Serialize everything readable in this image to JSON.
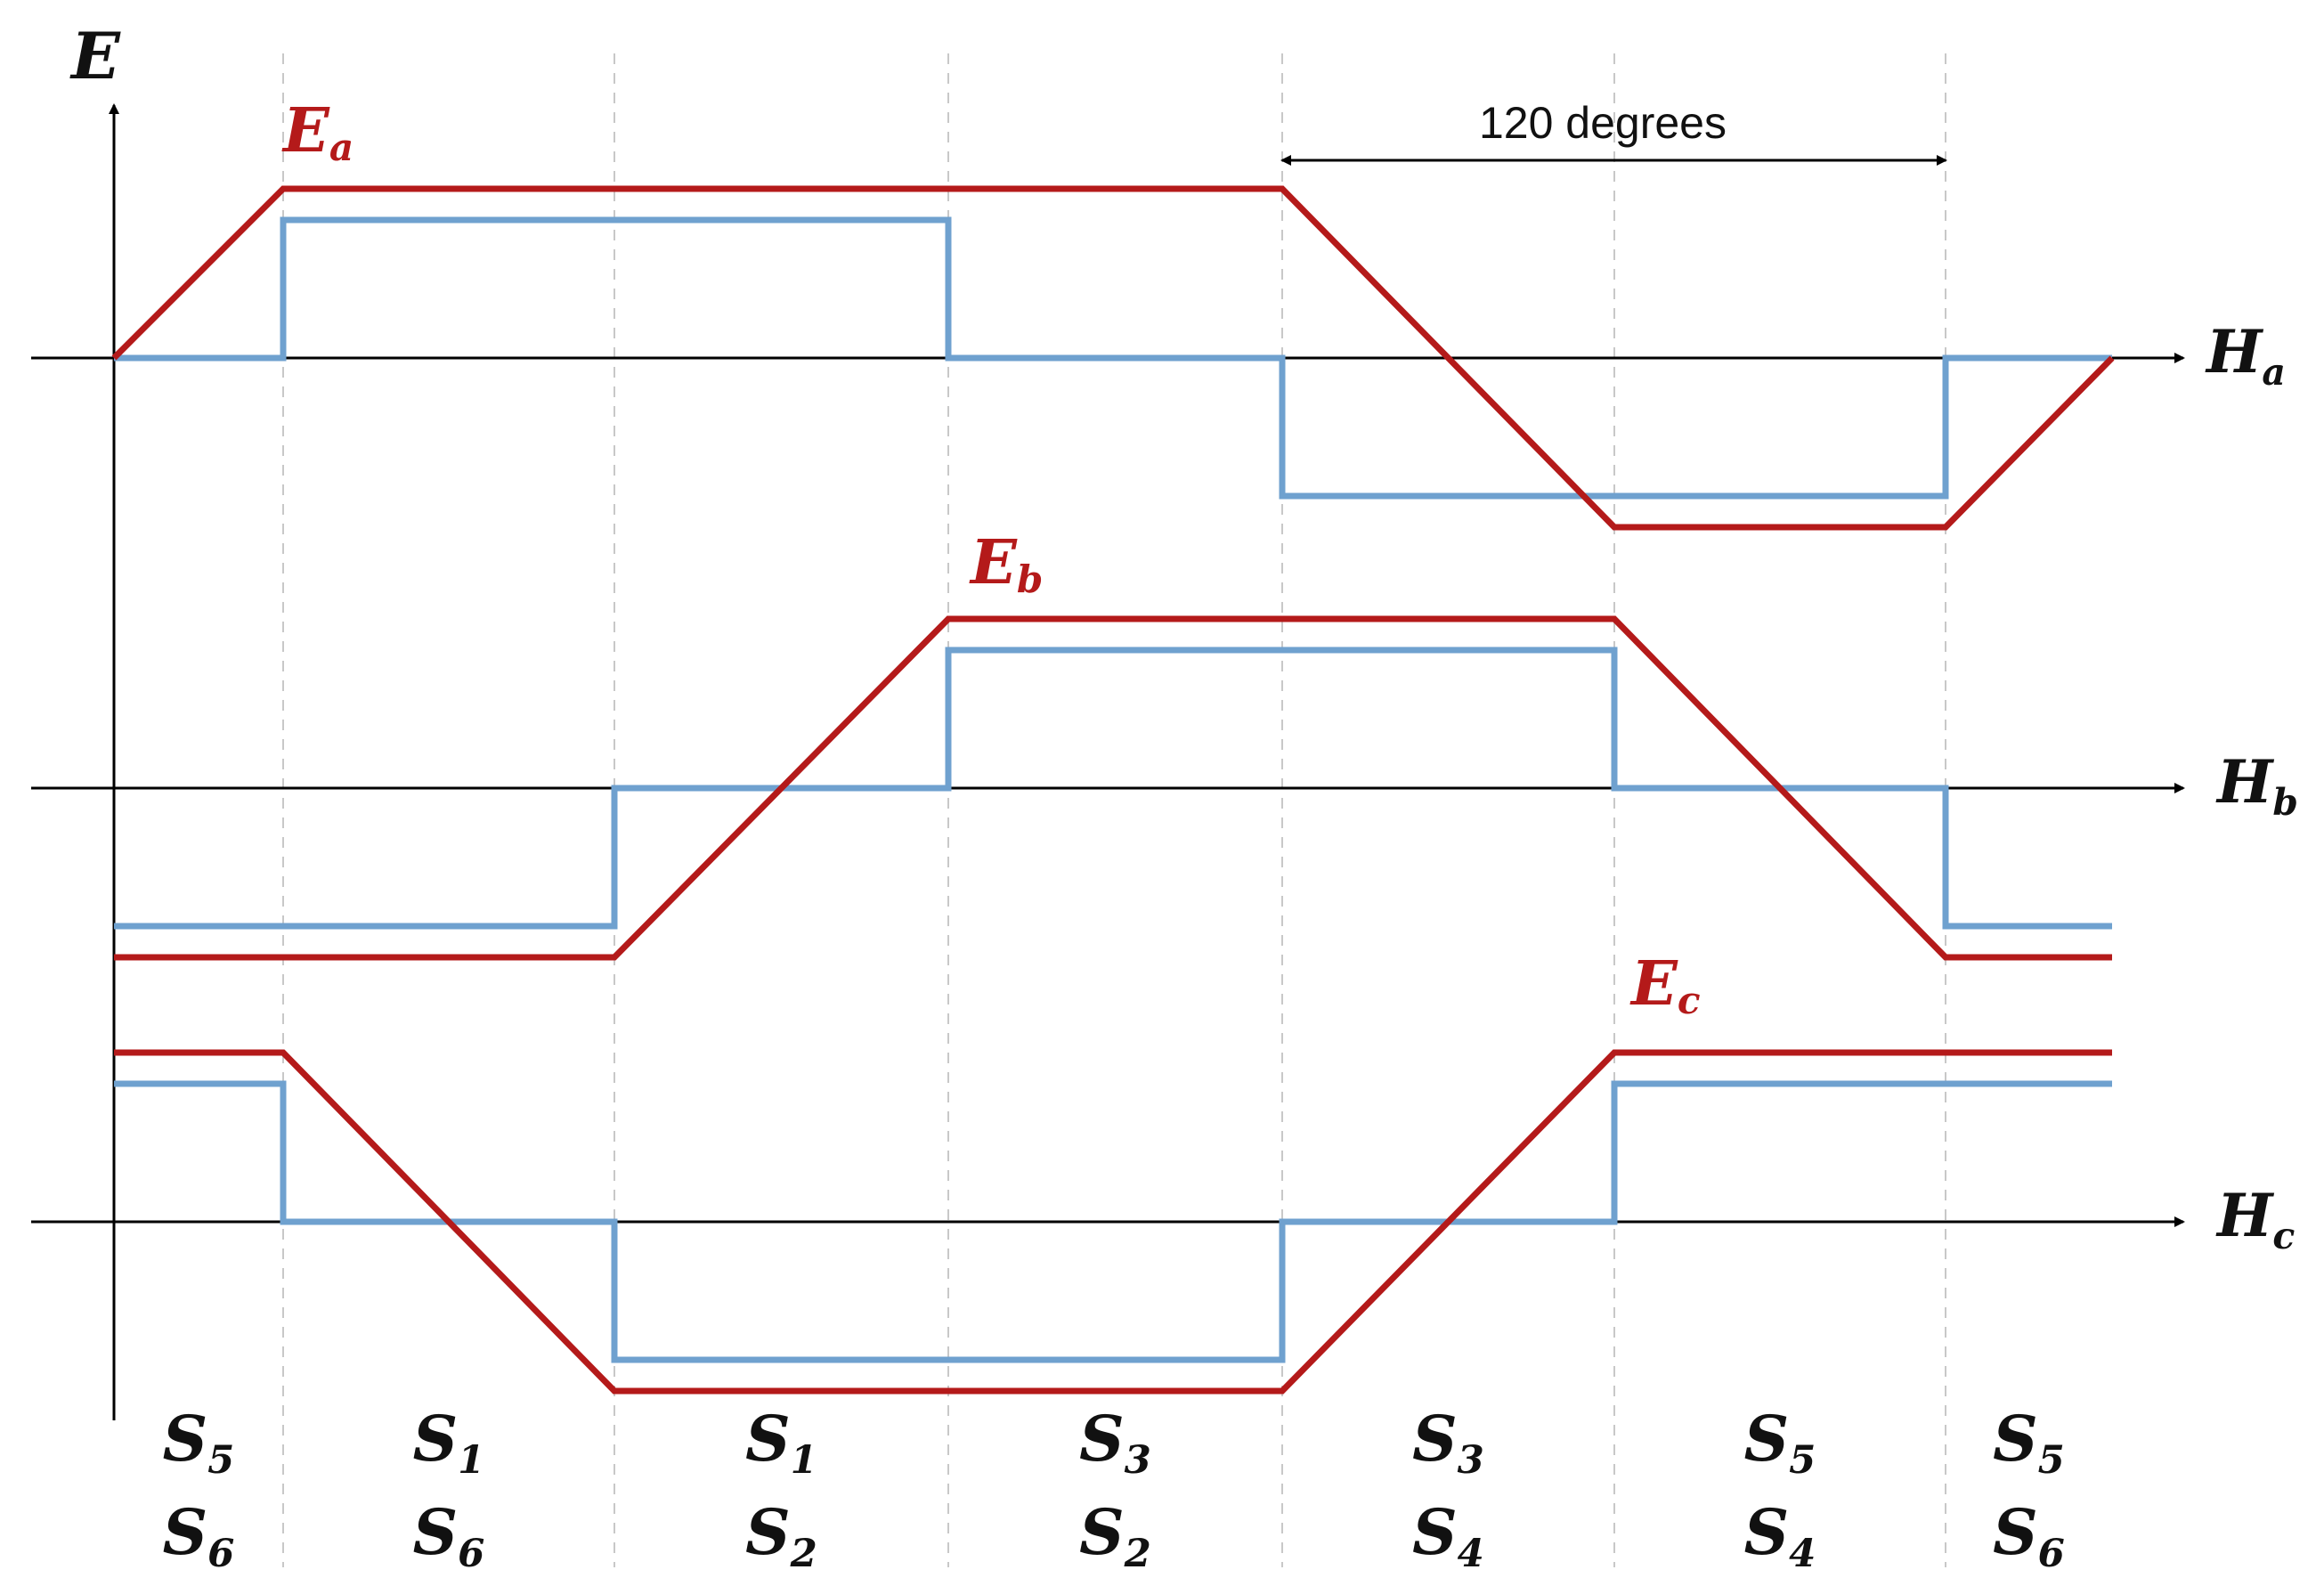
{
  "axis": {
    "vertical_label": "E",
    "phases": [
      {
        "name": "H",
        "sub": "a"
      },
      {
        "name": "H",
        "sub": "b"
      },
      {
        "name": "H",
        "sub": "c"
      }
    ]
  },
  "emf": [
    {
      "name": "E",
      "sub": "a",
      "levels": [
        0,
        1,
        1,
        1,
        1,
        -1,
        -1,
        0
      ],
      "shape": "trapezoid"
    },
    {
      "name": "E",
      "sub": "b",
      "levels": [
        -1,
        -1,
        -1,
        1,
        1,
        1,
        -1,
        -1
      ],
      "shape": "trapezoid"
    },
    {
      "name": "E",
      "sub": "c",
      "levels": [
        1,
        1,
        -1,
        -1,
        -1,
        1,
        1,
        1
      ],
      "shape": "trapezoid"
    }
  ],
  "hall_levels": [
    [
      0,
      1,
      1,
      0,
      -1,
      -1,
      0
    ],
    [
      -1,
      -1,
      0,
      1,
      1,
      0,
      -1
    ],
    [
      1,
      0,
      -1,
      -1,
      0,
      1,
      1
    ]
  ],
  "span_annotation": {
    "text": "120 degrees",
    "from_boundary": 4,
    "to_boundary": 6
  },
  "switch_pairs": [
    {
      "top": {
        "name": "S",
        "sub": "5"
      },
      "bottom": {
        "name": "S",
        "sub": "6"
      }
    },
    {
      "top": {
        "name": "S",
        "sub": "1"
      },
      "bottom": {
        "name": "S",
        "sub": "6"
      }
    },
    {
      "top": {
        "name": "S",
        "sub": "1"
      },
      "bottom": {
        "name": "S",
        "sub": "2"
      }
    },
    {
      "top": {
        "name": "S",
        "sub": "3"
      },
      "bottom": {
        "name": "S",
        "sub": "2"
      }
    },
    {
      "top": {
        "name": "S",
        "sub": "3"
      },
      "bottom": {
        "name": "S",
        "sub": "4"
      }
    },
    {
      "top": {
        "name": "S",
        "sub": "5"
      },
      "bottom": {
        "name": "S",
        "sub": "4"
      }
    },
    {
      "top": {
        "name": "S",
        "sub": "5"
      },
      "bottom": {
        "name": "S",
        "sub": "6"
      }
    }
  ],
  "colors": {
    "emf": "#b41a1a",
    "hall": "#6fa1cf",
    "axis": "#000000",
    "grid": "#c8c8c8"
  }
}
